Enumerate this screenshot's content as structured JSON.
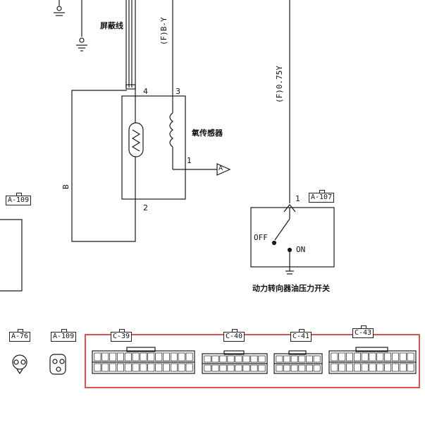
{
  "labels": {
    "shield_wire": "屏蔽线",
    "oxygen_sensor": "氧传感器",
    "power_steering_switch": "动力转向器油压力开关",
    "wire_b_y": "(F)B-Y",
    "wire_075y": "(F)0.75Y",
    "wire_b": "B",
    "off": "OFF",
    "on": "ON",
    "arrow_a": "A"
  },
  "pins": {
    "sensor_pin4": "4",
    "sensor_pin3": "3",
    "sensor_pin1": "1",
    "sensor_pin2": "2",
    "switch_pin1": "1"
  },
  "connectors": {
    "a107": "A-107",
    "a109_left": "A-109",
    "a76": "A-76",
    "a109_bottom": "A-109",
    "c39": "C-39",
    "c40": "C-40",
    "c41": "C-41",
    "c43": "C-43"
  },
  "colors": {
    "ink": "#1a1a1a",
    "highlight": "#d9534f"
  }
}
